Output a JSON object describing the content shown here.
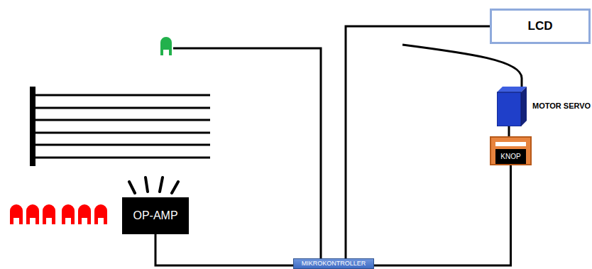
{
  "diagram": {
    "nodes": [
      {
        "text": [
          "LCD"
        ]
      },
      {
        "text": [
          "MOTOR SERVO"
        ]
      },
      {
        "text": [
          "KNOP"
        ]
      },
      {
        "text": [
          "OP-AMP"
        ]
      },
      {
        "text": [
          "MIKROKONTROLLER"
        ]
      }
    ],
    "edges": [
      {
        "from": 0,
        "to": 4,
        "arrow": "none"
      },
      {
        "from": 1,
        "to": 2,
        "arrow": "none"
      },
      {
        "from": 2,
        "to": 4,
        "arrow": "none"
      },
      {
        "from": 3,
        "to": 4,
        "arrow": "none"
      }
    ]
  }
}
